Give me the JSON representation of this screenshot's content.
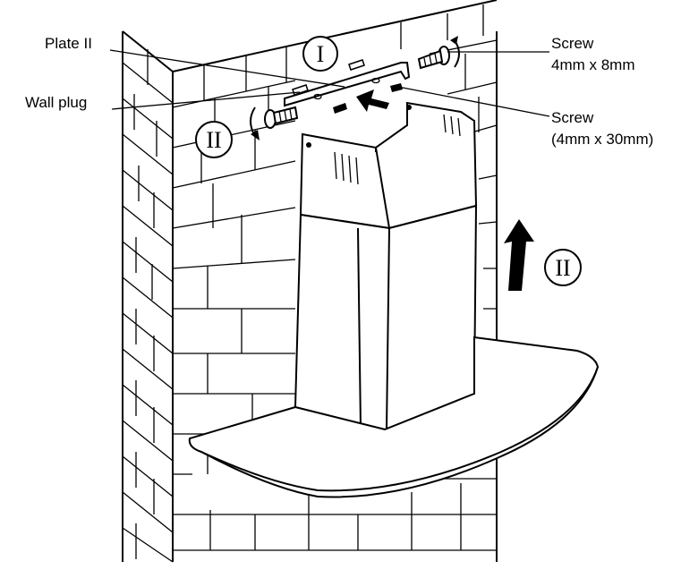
{
  "labels": {
    "plate": "Plate II",
    "wall_plug": "Wall plug",
    "screw_small_line1": "Screw",
    "screw_small_line2": "4mm x 8mm",
    "screw_large_line1": "Screw",
    "screw_large_line2": "(4mm x 30mm)"
  },
  "steps": {
    "step_top": "I",
    "step_left": "II",
    "step_right": "II"
  },
  "icons": [
    "wall-plug-icon",
    "screw-icon",
    "rotation-arrow-icon",
    "up-arrow-icon",
    "push-arrow-icon"
  ],
  "colors": {
    "line": "#000000",
    "background": "#ffffff"
  }
}
